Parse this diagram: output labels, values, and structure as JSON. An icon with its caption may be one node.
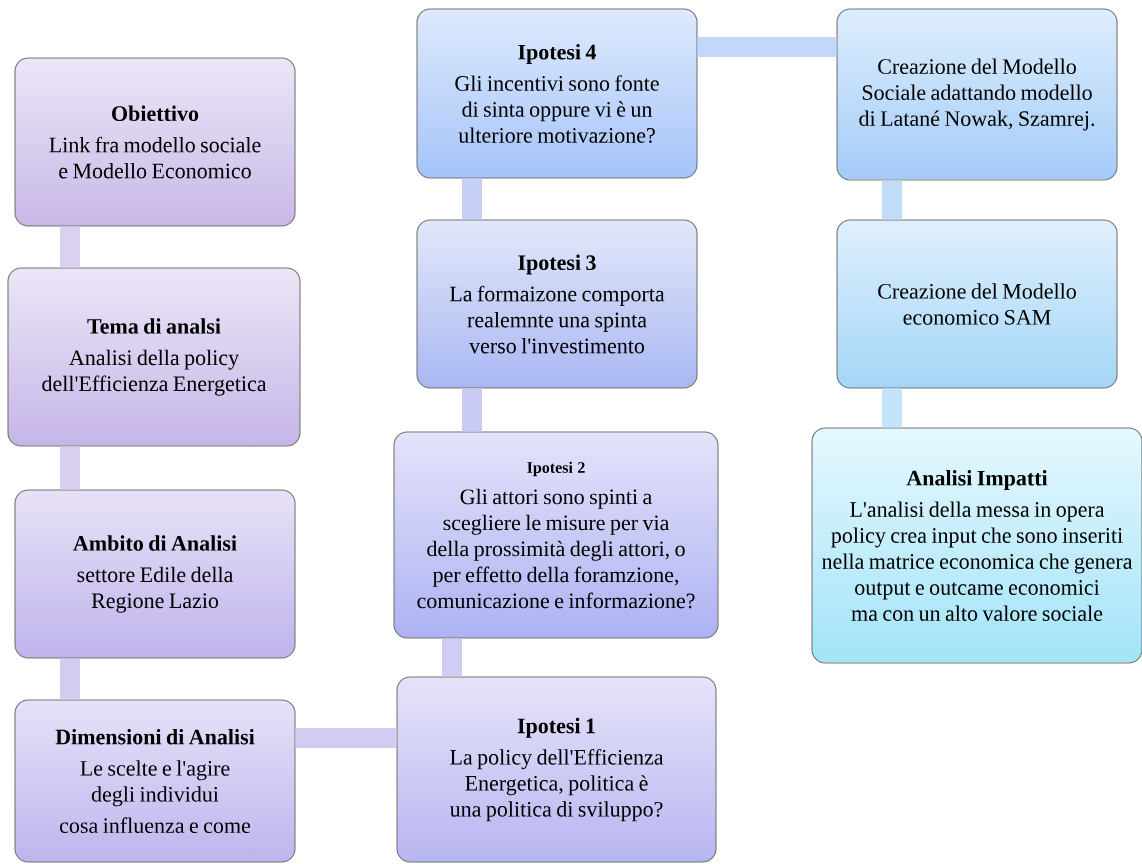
{
  "diagram": {
    "nodes": [
      {
        "text": [
          "Obiettivo",
          "Link fra modello sociale e Modello Economico"
        ]
      },
      {
        "text": [
          "Tema di analsi",
          "Analisi della policy dell'Efficienza Energetica"
        ]
      },
      {
        "text": [
          "Ambito di Analisi",
          "settore Edile della Regione Lazio"
        ]
      },
      {
        "text": [
          "Dimensioni di Analisi",
          "Le scelte e l'agire degli individui",
          "cosa influenza e come"
        ]
      },
      {
        "text": [
          "Ipotesi 1",
          "La policy dell'Efficienza Energetica, politica è una politica di sviluppo?"
        ]
      },
      {
        "text": [
          "Ipotesi 2",
          "Gli attori sono spinti a scegliere le  misure per via della prossimità degli attori, o per effetto della foramzione, comunicazione e informazione?"
        ]
      },
      {
        "text": [
          "Ipotesi 3",
          "La formaizone comporta realemnte una spinta verso l'investimento"
        ]
      },
      {
        "text": [
          "Ipotesi 4",
          "Gli incentivi sono fonte di sinta oppure vi è un ulteriore motivazione?"
        ]
      },
      {
        "text": [
          "Creazione del Modello Sociale adattando modello di Latané Nowak, Szamrej."
        ]
      },
      {
        "text": [
          "Creazione del Modello economico SAM"
        ]
      },
      {
        "text": [
          "Analisi Impatti",
          "L'analisi della messa in opera policy crea input che sono inseriti nella matrice economica che genera output e outcame economici ma con un alto valore sociale"
        ]
      }
    ],
    "edges": [
      {
        "from": 0,
        "to": 1,
        "arrow": "none"
      },
      {
        "from": 1,
        "to": 2,
        "arrow": "none"
      },
      {
        "from": 2,
        "to": 3,
        "arrow": "none"
      },
      {
        "from": 3,
        "to": 4,
        "arrow": "none"
      },
      {
        "from": 4,
        "to": 5,
        "arrow": "none"
      },
      {
        "from": 5,
        "to": 6,
        "arrow": "none"
      },
      {
        "from": 6,
        "to": 7,
        "arrow": "none"
      },
      {
        "from": 7,
        "to": 8,
        "arrow": "none"
      },
      {
        "from": 8,
        "to": 9,
        "arrow": "none"
      },
      {
        "from": 9,
        "to": 10,
        "arrow": "none"
      }
    ]
  }
}
